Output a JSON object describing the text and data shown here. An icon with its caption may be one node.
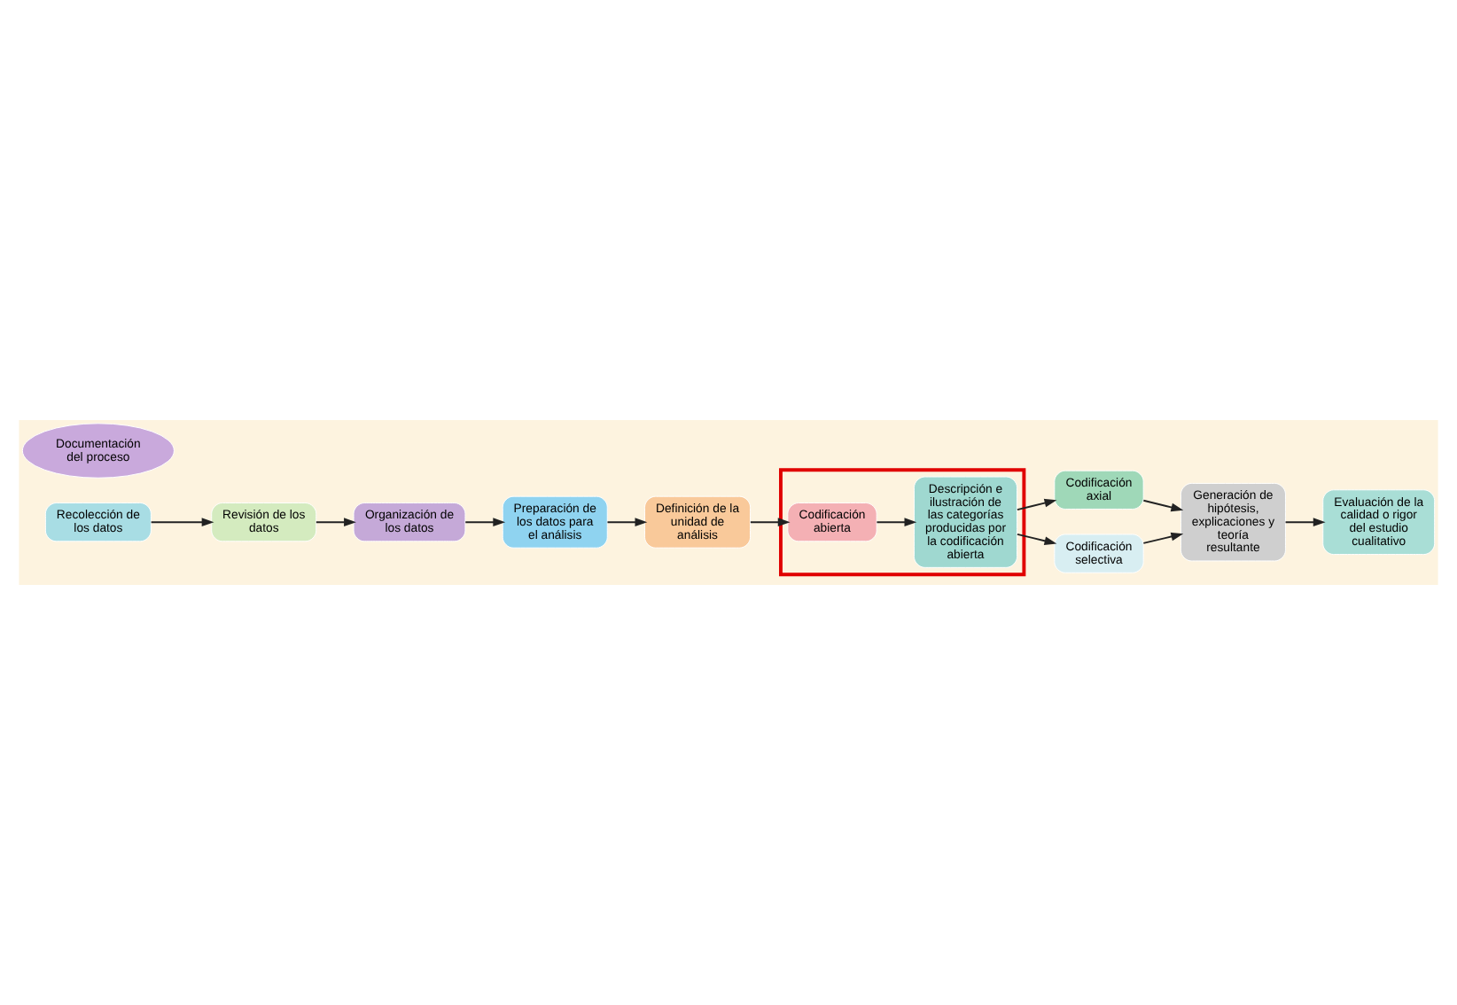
{
  "diagram": {
    "nodes": [
      {
        "text": [
          "Recolección de los datos"
        ]
      },
      {
        "text": [
          "Revisión de los datos"
        ]
      },
      {
        "text": [
          "Organización de los datos"
        ]
      },
      {
        "text": [
          "Preparación de los datos para el análisis"
        ]
      },
      {
        "text": [
          "Definición de la unidad de análisis"
        ]
      },
      {
        "text": [],
        "shape": "box"
      },
      {
        "text": [
          "Codificación abierta"
        ],
        "in": 5
      },
      {
        "text": [
          "Descripción e ilustración de las categorías producidas por la codificación abierta"
        ],
        "in": 5
      },
      {
        "text": [
          "Codificación axial"
        ]
      },
      {
        "text": [
          "Codificación selectiva"
        ]
      },
      {
        "text": [
          "Generación de hipótesis, explicaciones y teoría resultante"
        ]
      },
      {
        "text": [
          "Evaluación de la calidad o rigor del estudio cualitativo"
        ]
      },
      {
        "text": [
          "Documentación del proceso"
        ]
      }
    ],
    "edges": [
      {
        "from": 0,
        "to": 1,
        "arrow": "to"
      },
      {
        "from": 1,
        "to": 2,
        "arrow": "to"
      },
      {
        "from": 2,
        "to": 3,
        "arrow": "to"
      },
      {
        "from": 3,
        "to": 4,
        "arrow": "to"
      },
      {
        "from": 4,
        "to": 6,
        "arrow": "to"
      },
      {
        "from": 6,
        "to": 7,
        "arrow": "to"
      },
      {
        "from": 7,
        "to": 8,
        "arrow": "to"
      },
      {
        "from": 7,
        "to": 9,
        "arrow": "to"
      },
      {
        "from": 8,
        "to": 10,
        "arrow": "to"
      },
      {
        "from": 9,
        "to": 10,
        "arrow": "to"
      },
      {
        "from": 10,
        "to": 11,
        "arrow": "to"
      }
    ]
  }
}
